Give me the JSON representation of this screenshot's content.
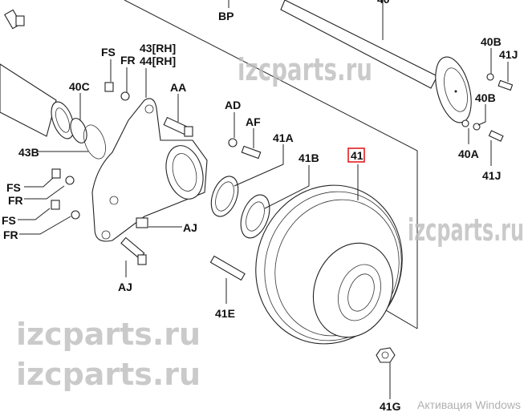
{
  "diagram": {
    "labels": {
      "bp": "BP",
      "p40": "40",
      "p40b_1": "40B",
      "p41j_1": "41J",
      "p40b_2": "40B",
      "p40a": "40A",
      "p41j_2": "41J",
      "fs_1": "FS",
      "fr_1": "FR",
      "p43rh": "43[RH]",
      "p44rh": "44[RH]",
      "p40c": "40C",
      "aa": "AA",
      "ad": "AD",
      "af": "AF",
      "p41a": "41A",
      "p41b": "41B",
      "p41": "41",
      "p43b": "43B",
      "fs_2": "FS",
      "fr_2": "FR",
      "fs_3": "FS",
      "fr_3": "FR",
      "aj_1": "AJ",
      "aj_2": "AJ",
      "p41e": "41E",
      "p41g": "41G"
    },
    "highlight_color": "#e01010",
    "watermark": "izcparts.ru",
    "os_notice": "Активация Windows"
  }
}
